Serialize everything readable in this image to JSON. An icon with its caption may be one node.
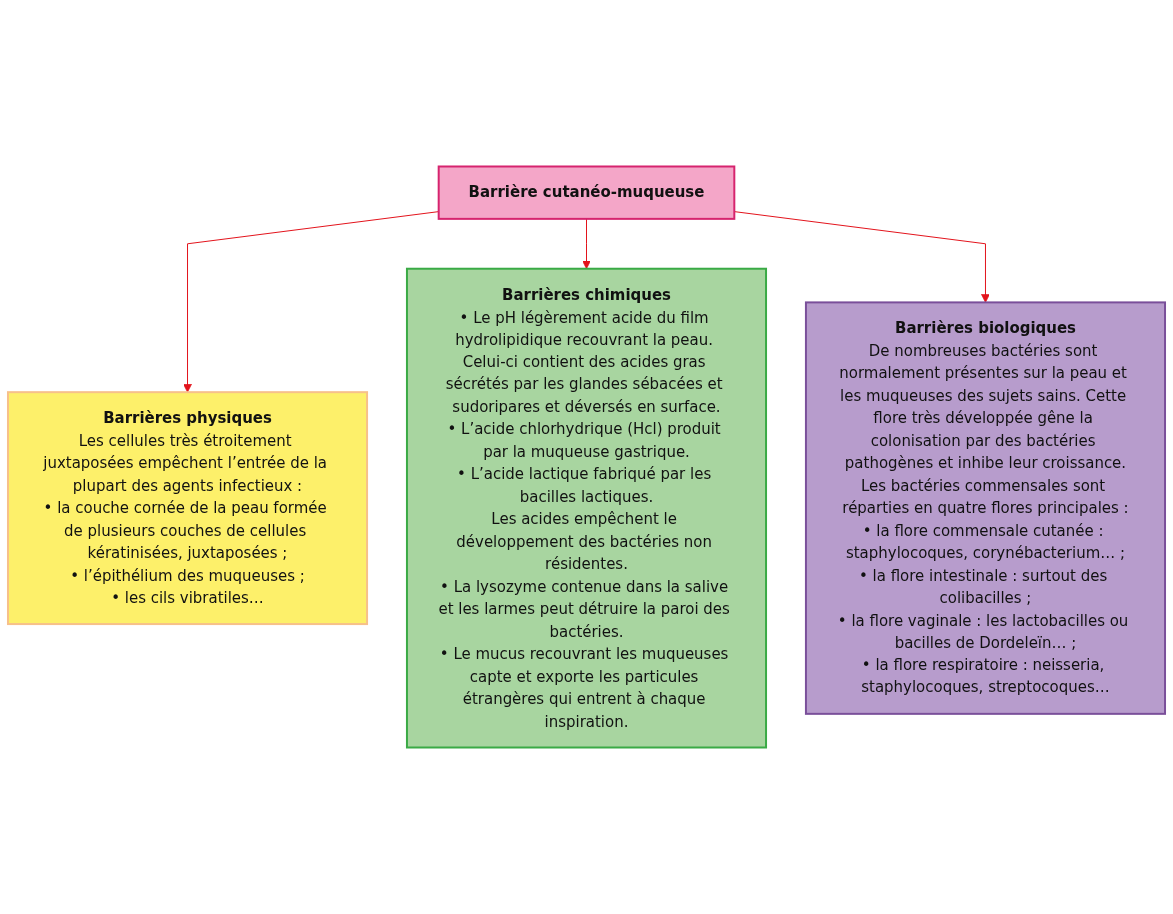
{
  "diagram": {
    "nodes": [
      {
        "text": [
          "Barrière cutanéo-muqueuse"
        ]
      },
      {
        "text": [
          "Barrières physiques",
          "Les cellules très étroitement juxtaposées empêchent l’entrée de la plupart des agents infectieux :",
          "• la couche cornée de la peau formée de plusieurs couches de cellules kératinisées, juxtaposées ;",
          "• l’épithélium des muqueuses ;",
          "• les cils vibratiles…"
        ]
      },
      {
        "text": [
          "Barrières chimiques",
          "• Le pH légèrement acide du film hydrolipidique recouvrant la peau. Celui-ci contient des acides gras sécrétés par les glandes sébacées et sudoripares et déversés en surface.",
          "• L’acide chlorhydrique (Hcl) produit par la muqueuse gastrique.",
          "• L’acide lactique fabriqué par les bacilles lactiques.",
          "Les acides empêchent le développement des bactéries non résidentes.",
          "• La lysozyme contenue dans la salive et les larmes peut détruire la paroi des bactéries.",
          "• Le mucus recouvrant les muqueuses capte et exporte les particules étrangères qui entrent à chaque inspiration."
        ]
      },
      {
        "text": [
          "Barrières biologiques",
          "De nombreuses bactéries sont normalement présentes sur la peau et les muqueuses des sujets sains. Cette flore très développée gêne la colonisation par des bactéries pathogènes et inhibe leur croissance.",
          "Les bactéries commensales sont réparties en quatre flores principales :",
          "• la flore commensale cutanée : staphylocoques, corynébacterium… ;",
          "• la flore intestinale : surtout des colibacilles ;",
          "• la flore vaginale : les lactobacilles ou bacilles de Dordeleïn… ;",
          "• la flore respiratoire : neisseria, staphylocoques, streptocoques…"
        ]
      }
    ],
    "edges": [
      {
        "from": 0,
        "to": 1,
        "arrow": "to"
      },
      {
        "from": 0,
        "to": 2,
        "arrow": "to"
      },
      {
        "from": 0,
        "to": 3,
        "arrow": "to"
      }
    ]
  }
}
